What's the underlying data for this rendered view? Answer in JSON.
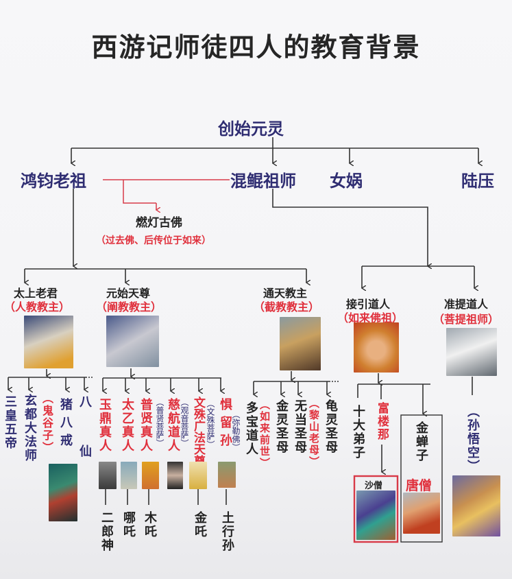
{
  "title": "西游记师徒四人的教育背景",
  "root": "创始元灵",
  "level1": [
    "鸿钧老祖",
    "混鲲祖师",
    "女娲",
    "陆压"
  ],
  "randeng": {
    "name": "燃灯古佛",
    "note": "（过去佛、后传位于如来）"
  },
  "masters": [
    {
      "name": "太上老君",
      "role": "（人教教主）"
    },
    {
      "name": "元始天尊",
      "role": "（阐教教主）"
    },
    {
      "name": "通天教主",
      "role": "（截教教主）"
    },
    {
      "name": "接引道人",
      "role": "（如来佛祖）"
    },
    {
      "name": "准提道人",
      "role": "（菩提祖师）"
    }
  ],
  "taishang_disciples": [
    "三皇五帝",
    "玄都大法师",
    "（鬼谷子）",
    "猪八戒",
    "八",
    "仙"
  ],
  "yuanshi_disciples": [
    "玉鼎真人",
    "太乙真人",
    "普贤真人",
    "（普贤菩萨）",
    "慈航道人",
    "（观音菩萨）",
    "文殊广法天尊",
    "（文殊菩萨）",
    "惧留孙",
    "（弥勒佛）"
  ],
  "yuanshi_students": [
    "二郎神",
    "哪吒",
    "木吒",
    "金吒",
    "土行孙"
  ],
  "tongtian_disciples": [
    "多宝道人",
    "（如来前世）",
    "金灵圣母",
    "无当圣母",
    "（黎山老母）",
    "龟灵圣母"
  ],
  "jieyin_disciples": [
    "十大弟子",
    "富楼那",
    "金蝉子"
  ],
  "pilgrims": {
    "sha": "沙僧",
    "tang": "唐僧",
    "sun": "（孙悟空）"
  },
  "colors": {
    "navy": "#2f2d72",
    "red": "#e0303c",
    "line": "#333333"
  }
}
